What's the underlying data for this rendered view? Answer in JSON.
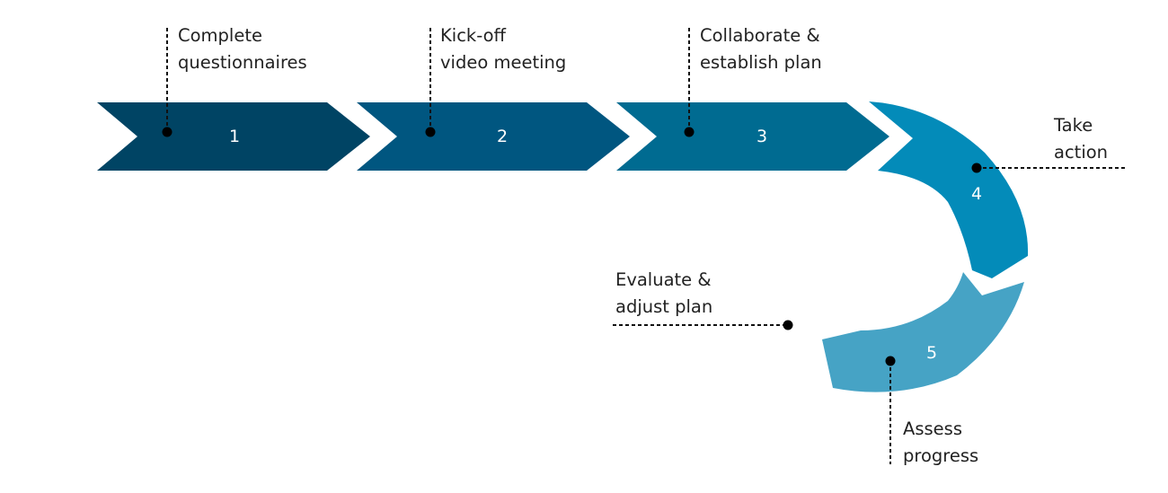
{
  "colors": {
    "step1": "#004464",
    "step2": "#005680",
    "step3": "#006b91",
    "step4": "#038bb9",
    "step5": "#46a3c5",
    "label_text": "#222222",
    "number_text": "#ffffff"
  },
  "steps": [
    {
      "number": "1",
      "label_lines": [
        "Complete",
        "questionnaires"
      ]
    },
    {
      "number": "2",
      "label_lines": [
        "Kick-off",
        "video meeting"
      ]
    },
    {
      "number": "3",
      "label_lines": [
        "Collaborate &",
        "establish plan"
      ]
    },
    {
      "number": "4",
      "label_lines": [
        "Take",
        "action"
      ]
    },
    {
      "number": "5",
      "label_lines": [
        "Assess",
        "progress"
      ]
    }
  ],
  "extra_label": {
    "label_lines": [
      "Evaluate &",
      "adjust plan"
    ]
  }
}
